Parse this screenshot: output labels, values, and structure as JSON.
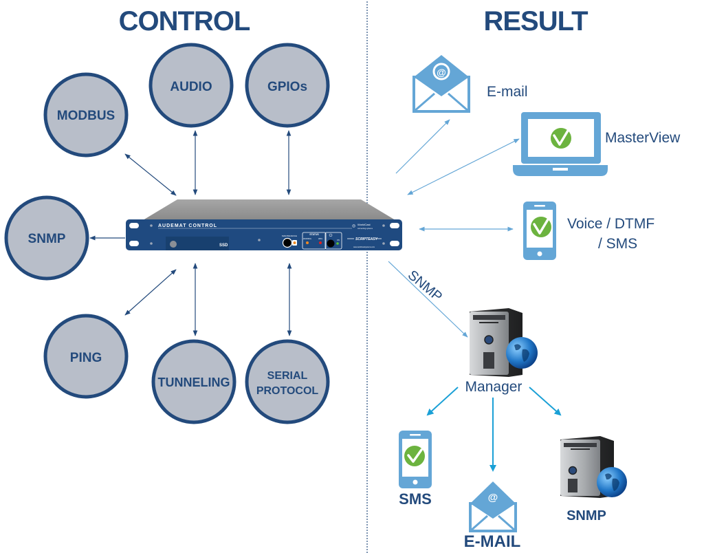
{
  "titles": {
    "control": "CONTROL",
    "result": "RESULT"
  },
  "control_nodes": [
    {
      "id": "modbus",
      "label": "MODBUS"
    },
    {
      "id": "audio",
      "label": "AUDIO"
    },
    {
      "id": "gpios",
      "label": "GPIOs"
    },
    {
      "id": "snmp",
      "label": "SNMP"
    },
    {
      "id": "ping",
      "label": "PING"
    },
    {
      "id": "tunneling",
      "label": "TUNNELING"
    },
    {
      "id": "serial",
      "label_line1": "SERIAL",
      "label_line2": "PROTOCOL"
    }
  ],
  "device": {
    "name": "AUDEMAT CONTROL",
    "ssd_label": "SSD",
    "maintenance_label": "MAINTENANCE",
    "status_label": "STATUS",
    "warning_label": "WARNING",
    "wdg_label": "WDG",
    "on_label": "ON",
    "brand": "WorldCast",
    "brand_sub": "connecting systems",
    "script_label": "SCRIPTEASY",
    "website": "www.worldcastsystems.com"
  },
  "result_items": {
    "email": "E-mail",
    "masterview": "MasterView",
    "voice_line1": "Voice / DTMF",
    "voice_line2": "/ SMS",
    "snmp_link": "SNMP",
    "manager": "Manager",
    "sms": "SMS",
    "email_bottom": "E-MAIL",
    "snmp_bottom": "SNMP"
  },
  "colors": {
    "navy": "#234a7c",
    "node_fill": "#b8bec9",
    "light_blue": "#64a6d6",
    "arrow_blue": "#1aa0d6",
    "check_green": "#6cb33f",
    "device_blue": "#1f4a80",
    "device_top": "#9a9a9a"
  }
}
